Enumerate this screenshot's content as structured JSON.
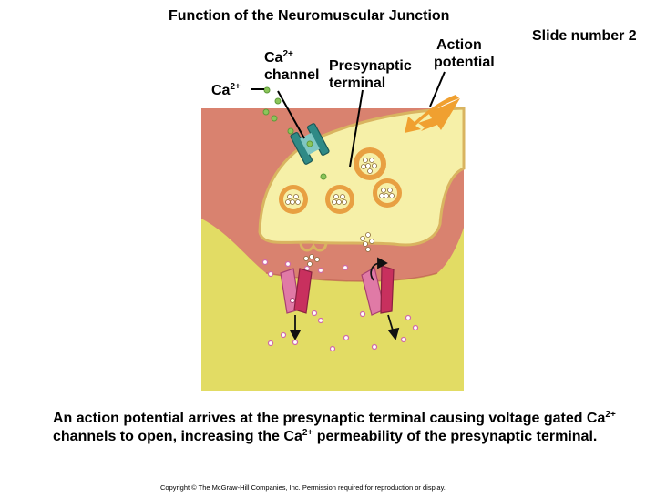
{
  "title": "Function of the Neuromuscular Junction",
  "slide_number": "Slide number 2",
  "labels": {
    "ca_outside": {
      "text": "Ca",
      "sup": "2+"
    },
    "ca_channel": {
      "line1_text": "Ca",
      "line1_sup": "2+",
      "line2": "channel"
    },
    "presynaptic_terminal": {
      "line1": "Presynaptic",
      "line2": "terminal"
    },
    "action_potential": {
      "line1": "Action",
      "line2": "potential"
    }
  },
  "caption": {
    "part1": "An action potential arrives at the presynaptic terminal causing voltage gated Ca",
    "sup1": "2+",
    "part2": " channels to open, increasing the Ca",
    "sup2": "2+",
    "part3": " permeability of the presynaptic terminal."
  },
  "copyright": "Copyright © The McGraw-Hill Companies, Inc. Permission required for reproduction or display.",
  "colors": {
    "tissue": "#d9826f",
    "terminal": "#f6f0a8",
    "terminal_outline": "#d9b460",
    "muscle": "#e2dc64",
    "vesicle": "#e8a042",
    "ca_channel": "#2f8a86",
    "ach_receptor": "#e07aa6",
    "arrow": "#f0a030",
    "ca_ion": "#8bc55a",
    "ach": "#d06aa8"
  }
}
